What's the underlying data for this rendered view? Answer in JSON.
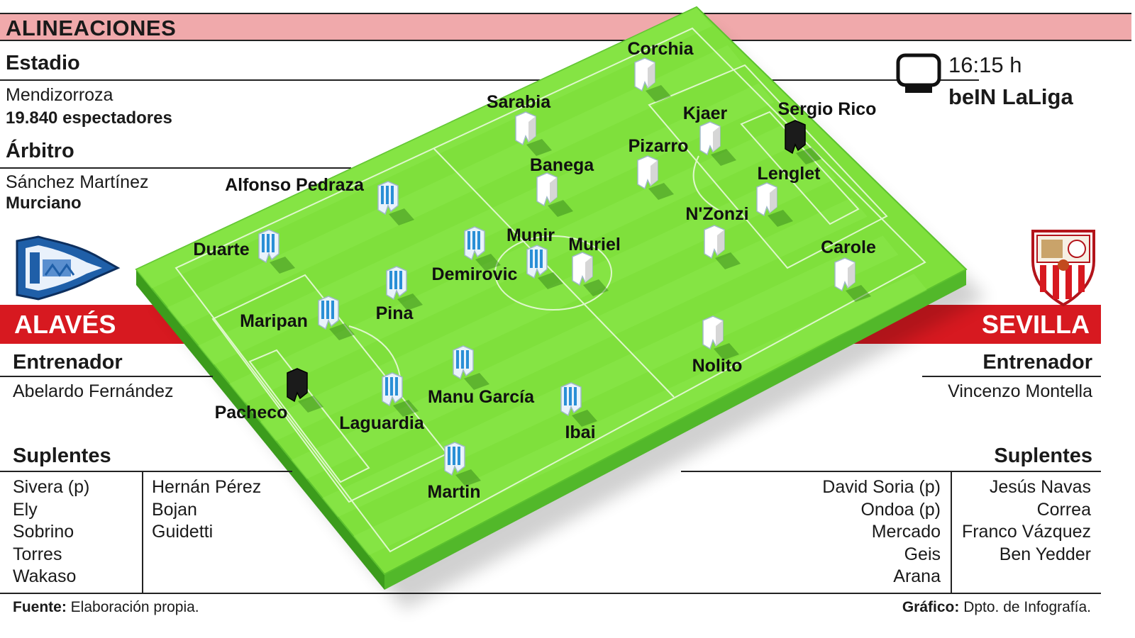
{
  "header": {
    "title": "ALINEACIONES"
  },
  "info": {
    "stadium_label": "Estadio",
    "stadium_name": "Mendizorroza",
    "attendance": "19.840 espectadores",
    "referee_label": "Árbitro",
    "referee_name": "Sánchez Martínez",
    "referee_region": "Murciano"
  },
  "broadcast": {
    "time": "16:15 h",
    "channel": "beIN LaLiga",
    "icon": "tv-icon"
  },
  "home": {
    "name": "ALAVÉS",
    "coach_label": "Entrenador",
    "coach": "Abelardo Fernández",
    "subs_label": "Suplentes",
    "subs_col1": [
      "Sivera (p)",
      "Ely",
      "Sobrino",
      "Torres",
      "Wakaso"
    ],
    "subs_col2": [
      "Hernán Pérez",
      "Bojan",
      "Guidetti"
    ],
    "crest_icon": "alaves-crest-icon",
    "kit_color": "#2a8fd6"
  },
  "away": {
    "name": "SEVILLA",
    "coach_label": "Entrenador",
    "coach": "Vincenzo Montella",
    "subs_label": "Suplentes",
    "subs_col1": [
      "David Soria (p)",
      "Ondoa (p)",
      "Mercado",
      "Geis",
      "Arana"
    ],
    "subs_col2": [
      "Jesús Navas",
      "Correa",
      "Franco Vázquez",
      "Ben Yedder"
    ],
    "crest_icon": "sevilla-crest-icon",
    "kit_color": "#ffffff"
  },
  "lineup": {
    "home_players": [
      "Pacheco",
      "Martin",
      "Laguardia",
      "Maripan",
      "Duarte",
      "Alfonso Pedraza",
      "Manu García",
      "Pina",
      "Ibai",
      "Demirovic",
      "Munir"
    ],
    "away_players": [
      "Sergio Rico",
      "Carole",
      "Lenglet",
      "Kjaer",
      "Corchia",
      "Nolito",
      "N'Zonzi",
      "Pizarro",
      "Sarabia",
      "Banega",
      "Muriel"
    ]
  },
  "colors": {
    "accent_red": "#d71920",
    "title_band": "#f0a9ab",
    "pitch": "#7fe03c"
  },
  "footer": {
    "source_label": "Fuente:",
    "source": "Elaboración propia.",
    "graphic_label": "Gráfico:",
    "graphic": "Dpto. de Infografía."
  }
}
